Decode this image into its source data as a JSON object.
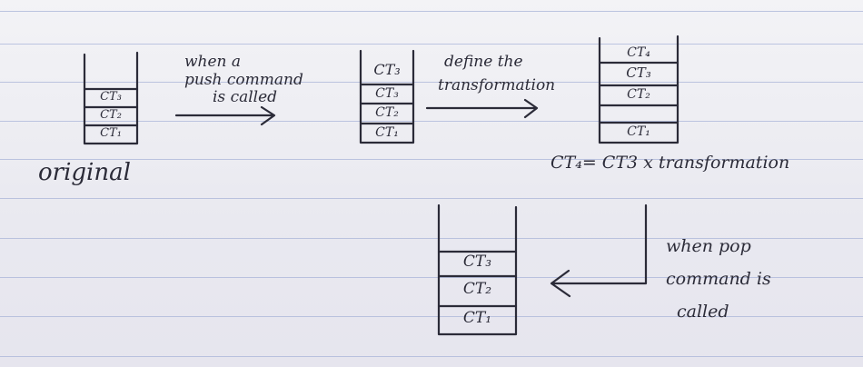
{
  "diagram": {
    "original": {
      "label": "original",
      "cells": [
        "CT₃",
        "CT₂",
        "CT₁"
      ]
    },
    "push_note": {
      "line1": "when a",
      "line2": "push command",
      "line3": "is called"
    },
    "after_push": {
      "cells": [
        "CT₃",
        "CT₃",
        "CT₂",
        "CT₁"
      ]
    },
    "transform_note": {
      "line1": "define the",
      "line2": "transformation"
    },
    "after_transform": {
      "cells": [
        "CT₄",
        "CT₃",
        "CT₂",
        "CT₁"
      ],
      "equation": "CT₄= CT3 x transformation"
    },
    "pop_note": {
      "line1": "when pop",
      "line2": "command is",
      "line3": "called"
    },
    "after_pop": {
      "cells": [
        "CT₃",
        "CT₂",
        "CT₁"
      ]
    }
  },
  "colors": {
    "ink": "#2b2b38",
    "paper": "#eeeef4",
    "rule_line": "#a9b4d8"
  }
}
